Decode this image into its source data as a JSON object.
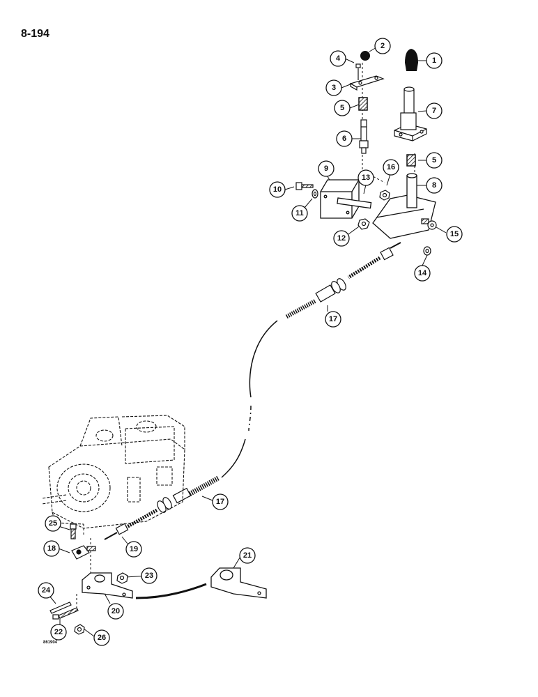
{
  "page": {
    "page_number": "8-194",
    "drawing_code": "861904"
  },
  "callouts": [
    {
      "id": "c1",
      "label": "1"
    },
    {
      "id": "c2",
      "label": "2"
    },
    {
      "id": "c3",
      "label": "3"
    },
    {
      "id": "c4",
      "label": "4"
    },
    {
      "id": "c5a",
      "label": "5"
    },
    {
      "id": "c5b",
      "label": "5"
    },
    {
      "id": "c6",
      "label": "6"
    },
    {
      "id": "c7",
      "label": "7"
    },
    {
      "id": "c8",
      "label": "8"
    },
    {
      "id": "c9",
      "label": "9"
    },
    {
      "id": "c10",
      "label": "10"
    },
    {
      "id": "c11",
      "label": "11"
    },
    {
      "id": "c12",
      "label": "12"
    },
    {
      "id": "c13",
      "label": "13"
    },
    {
      "id": "c14",
      "label": "14"
    },
    {
      "id": "c15",
      "label": "15"
    },
    {
      "id": "c16",
      "label": "16"
    },
    {
      "id": "c17a",
      "label": "17"
    },
    {
      "id": "c17b",
      "label": "17"
    },
    {
      "id": "c18",
      "label": "18"
    },
    {
      "id": "c19",
      "label": "19"
    },
    {
      "id": "c20",
      "label": "20"
    },
    {
      "id": "c21",
      "label": "21"
    },
    {
      "id": "c22",
      "label": "22"
    },
    {
      "id": "c23",
      "label": "23"
    },
    {
      "id": "c24",
      "label": "24"
    },
    {
      "id": "c25",
      "label": "25"
    },
    {
      "id": "c26",
      "label": "26"
    }
  ]
}
